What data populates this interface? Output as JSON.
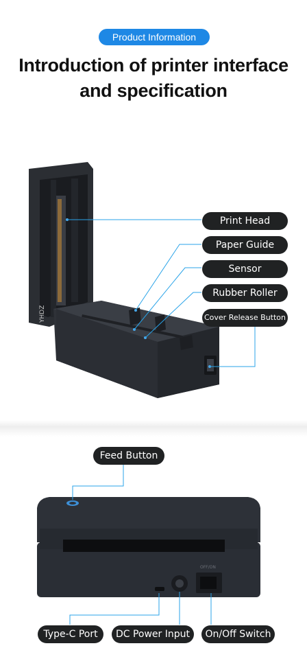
{
  "header": {
    "badge": "Product Information",
    "title_line1": "Introduction of printer interface",
    "title_line2": "and specification"
  },
  "printer_top": {
    "brand": "YHDZ",
    "labels": {
      "print_head": "Print Head",
      "paper_guide": "Paper Guide",
      "sensor": "Sensor",
      "rubber_roller": "Rubber Roller",
      "cover_release": "Cover Release Button"
    }
  },
  "printer_back": {
    "switch_mark": "OFF/ON",
    "labels": {
      "feed_button": "Feed Button",
      "typec_port": "Type-C Port",
      "dc_power": "DC Power Input",
      "onoff_switch": "On/Off Switch"
    }
  },
  "colors": {
    "accent": "#1e88e5",
    "pill_bg": "#202223",
    "device_body": "#2c2f35",
    "leader_line": "#29a3e8"
  }
}
